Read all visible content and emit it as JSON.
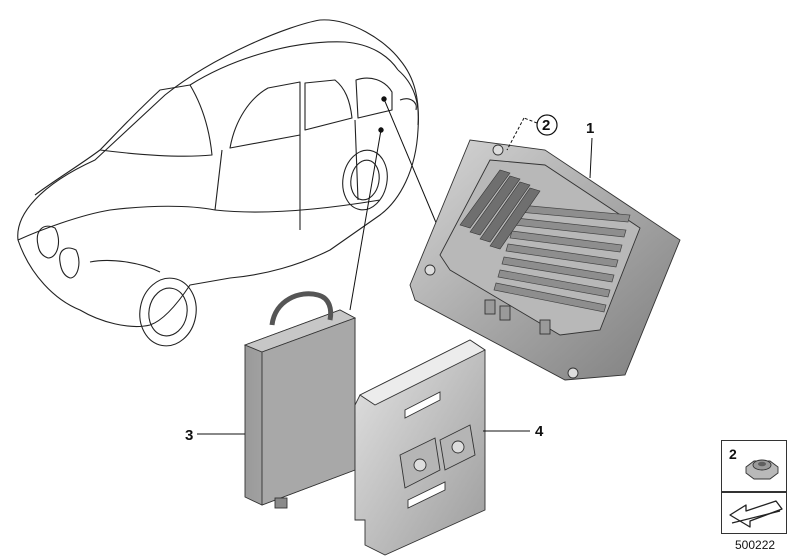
{
  "callouts": {
    "part1": "1",
    "part2": "2",
    "part3": "3",
    "part4": "4"
  },
  "legend": {
    "nut_number": "2"
  },
  "document_number": "500222",
  "icons": [
    "vehicle-outline-icon",
    "control-unit-icon",
    "antenna-module-icon",
    "bracket-icon",
    "hex-nut-icon",
    "arrow-icon"
  ]
}
